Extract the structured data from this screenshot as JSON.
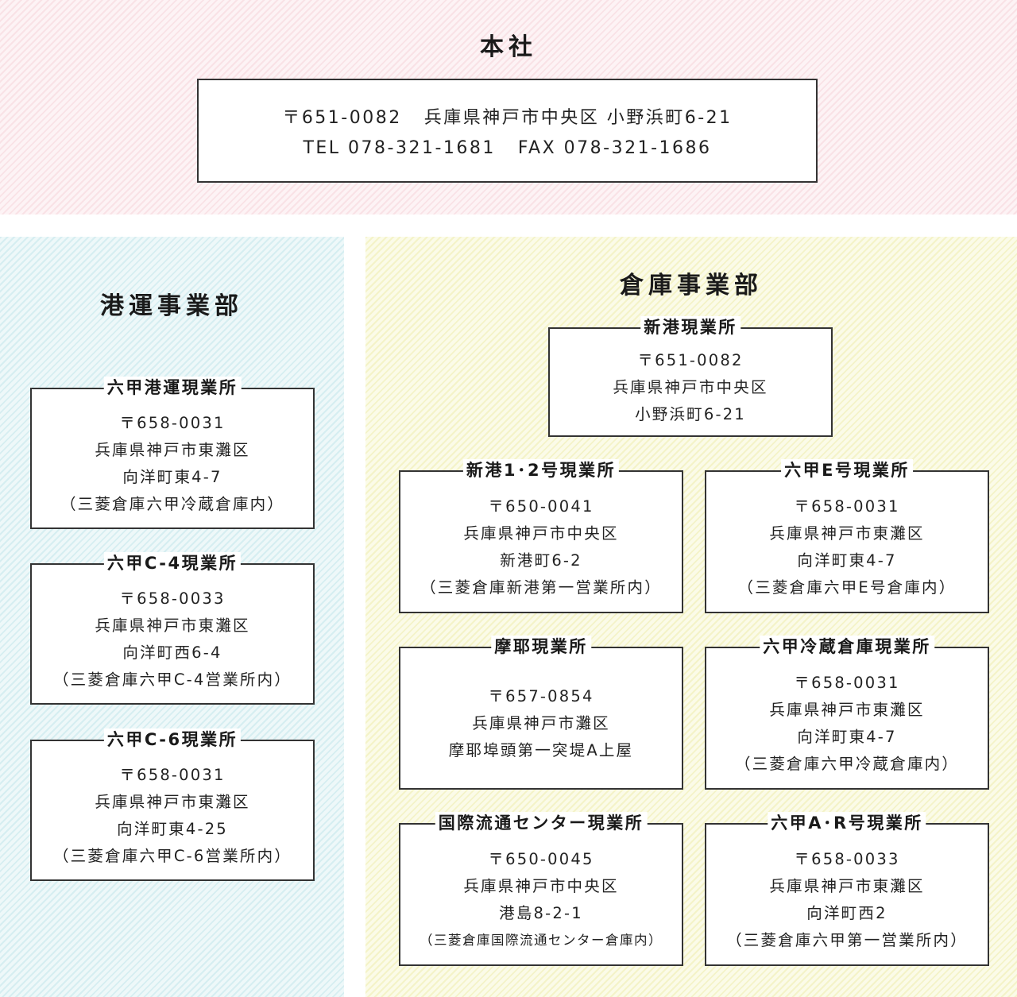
{
  "hq": {
    "title": "本社",
    "postal": "〒651-0082",
    "address": "兵庫県神戸市中央区 小野浜町6-21",
    "tel": "TEL 078-321-1681",
    "fax": "FAX 078-321-1686"
  },
  "port_division": {
    "title": "港運事業部",
    "offices": [
      {
        "name": "六甲港運現業所",
        "postal": "〒658-0031",
        "city": "兵庫県神戸市東灘区",
        "street": "向洋町東4-7",
        "note": "（三菱倉庫六甲冷蔵倉庫内）"
      },
      {
        "name": "六甲C-4現業所",
        "postal": "〒658-0033",
        "city": "兵庫県神戸市東灘区",
        "street": "向洋町西6-4",
        "note": "（三菱倉庫六甲C-4営業所内）"
      },
      {
        "name": "六甲C-6現業所",
        "postal": "〒658-0031",
        "city": "兵庫県神戸市東灘区",
        "street": "向洋町東4-25",
        "note": "（三菱倉庫六甲C-6営業所内）"
      }
    ]
  },
  "warehouse_division": {
    "title": "倉庫事業部",
    "offices": [
      {
        "name": "新港現業所",
        "postal": "〒651-0082",
        "city": "兵庫県神戸市中央区",
        "street": "小野浜町6-21",
        "note": ""
      },
      {
        "name": "新港1･2号現業所",
        "postal": "〒650-0041",
        "city": "兵庫県神戸市中央区",
        "street": "新港町6-2",
        "note": "（三菱倉庫新港第一営業所内）"
      },
      {
        "name": "六甲E号現業所",
        "postal": "〒658-0031",
        "city": "兵庫県神戸市東灘区",
        "street": "向洋町東4-7",
        "note": "（三菱倉庫六甲E号倉庫内）"
      },
      {
        "name": "摩耶現業所",
        "postal": "〒657-0854",
        "city": "兵庫県神戸市灘区",
        "street": "摩耶埠頭第一突堤A上屋",
        "note": ""
      },
      {
        "name": "六甲冷蔵倉庫現業所",
        "postal": "〒658-0031",
        "city": "兵庫県神戸市東灘区",
        "street": "向洋町東4-7",
        "note": "（三菱倉庫六甲冷蔵倉庫内）"
      },
      {
        "name": "国際流通センター現業所",
        "postal": "〒650-0045",
        "city": "兵庫県神戸市中央区",
        "street": "港島8-2-1",
        "note": "（三菱倉庫国際流通センター倉庫内）"
      },
      {
        "name": "六甲A･R号現業所",
        "postal": "〒658-0033",
        "city": "兵庫県神戸市東灘区",
        "street": "向洋町西2",
        "note": "（三菱倉庫六甲第一営業所内）"
      }
    ]
  }
}
